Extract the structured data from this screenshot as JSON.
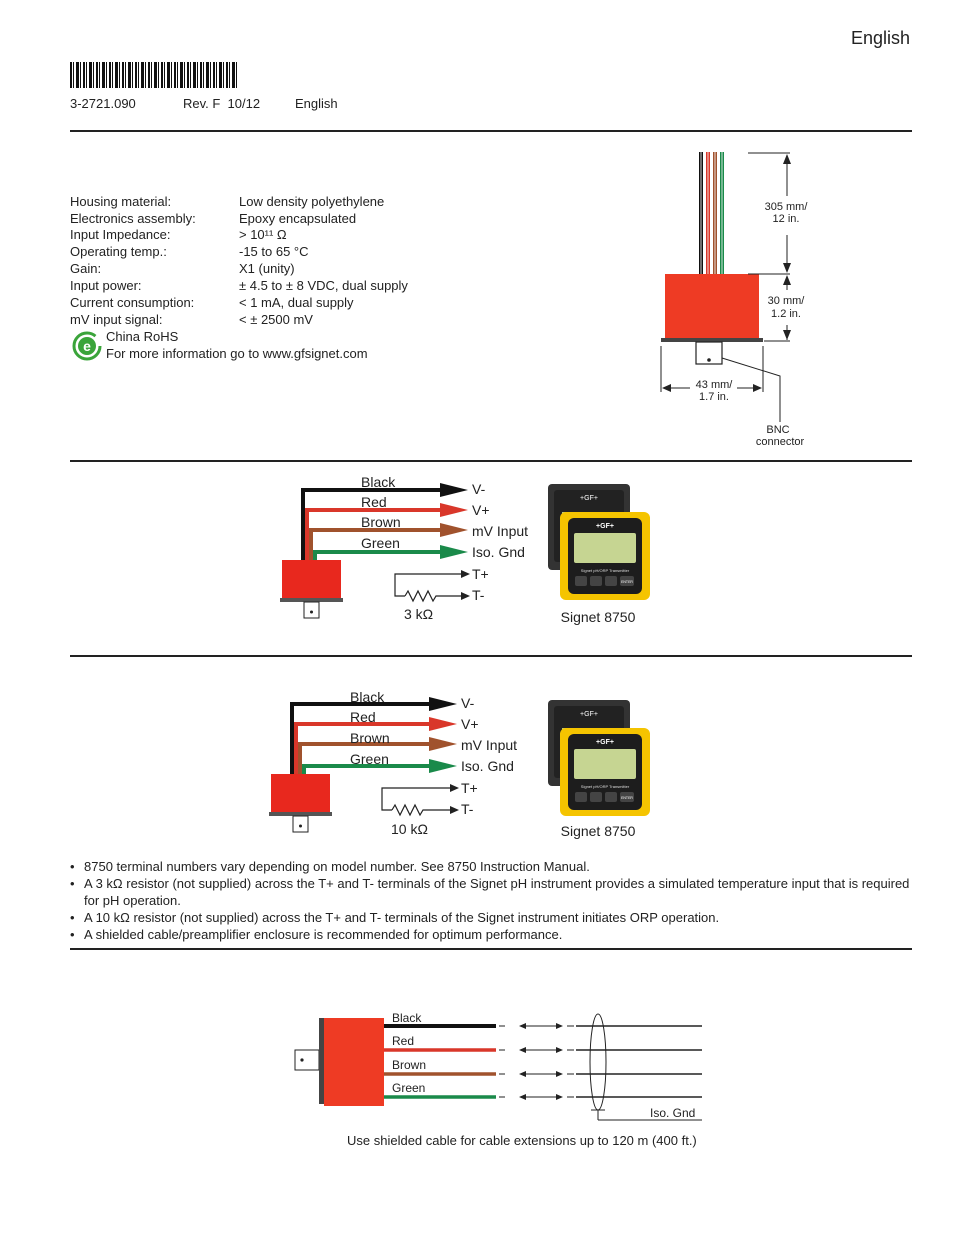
{
  "header": {
    "language": "English",
    "part_number": "3-2721.090",
    "revision": "Rev. F  10/12",
    "doc_language": "English"
  },
  "specs": [
    {
      "label": "Housing material:",
      "value": "Low density polyethylene"
    },
    {
      "label": "Electronics assembly:",
      "value": "Epoxy encapsulated"
    },
    {
      "label": "Input Impedance:",
      "value": "> 10¹¹ Ω"
    },
    {
      "label": "Operating temp.:",
      "value": "-15 to 65 °C"
    },
    {
      "label": "Gain:",
      "value": "X1 (unity)"
    },
    {
      "label": "Input power:",
      "value": "± 4.5 to ± 8 VDC, dual supply"
    },
    {
      "label": "Current consumption:",
      "value": "< 1 mA, dual supply"
    },
    {
      "label": "mV input signal:",
      "value": "< ± 2500 mV"
    }
  ],
  "rohs": {
    "title": "China RoHS",
    "info": "For more information go to www.gfsignet.com",
    "icon_letter": "e"
  },
  "dimensions": {
    "cable_length": "305 mm/",
    "cable_length_in": "12 in.",
    "height": "30 mm/",
    "height_in": "1.2 in.",
    "width": "43 mm/",
    "width_in": "1.7 in.",
    "bnc": "BNC",
    "bnc2": "connector"
  },
  "wiring": {
    "wires": [
      "Black",
      "Red",
      "Brown",
      "Green"
    ],
    "terminals": [
      "V-",
      "V+",
      "mV Input",
      "Iso. Gnd",
      "T+",
      "T-"
    ],
    "resistor_ph": "3 kΩ",
    "resistor_orp": "10 kΩ",
    "instrument": "Signet 8750",
    "instrument_brand": "+GF+",
    "instrument_display": "Signet pH/ORP Transmitter",
    "instrument_key": "ENTER"
  },
  "notes": [
    "8750 terminal numbers vary depending on model number.  See 8750 Instruction Manual.",
    "A 3 kΩ resistor (not supplied) across the T+ and T- terminals of the Signet pH instrument provides a simulated temperature input that is required for pH operation.",
    "A 10 kΩ resistor (not supplied) across the T+ and T- terminals of the Signet instrument initiates ORP operation.",
    "A shielded cable/preamplifier enclosure is recommended for optimum performance."
  ],
  "extension": {
    "wires": [
      "Black",
      "Red",
      "Brown",
      "Green"
    ],
    "ground": "Iso. Gnd",
    "caption": "Use shielded cable for cable extensions up to 120 m (400 ft.)"
  },
  "colors": {
    "black": "#111111",
    "red": "#d9372a",
    "brown": "#a0522d",
    "green": "#1a8a4a",
    "preamp_body": "#ee3b24",
    "instrument_yellow": "#f5c400",
    "rohs_green": "#3aa43a"
  }
}
